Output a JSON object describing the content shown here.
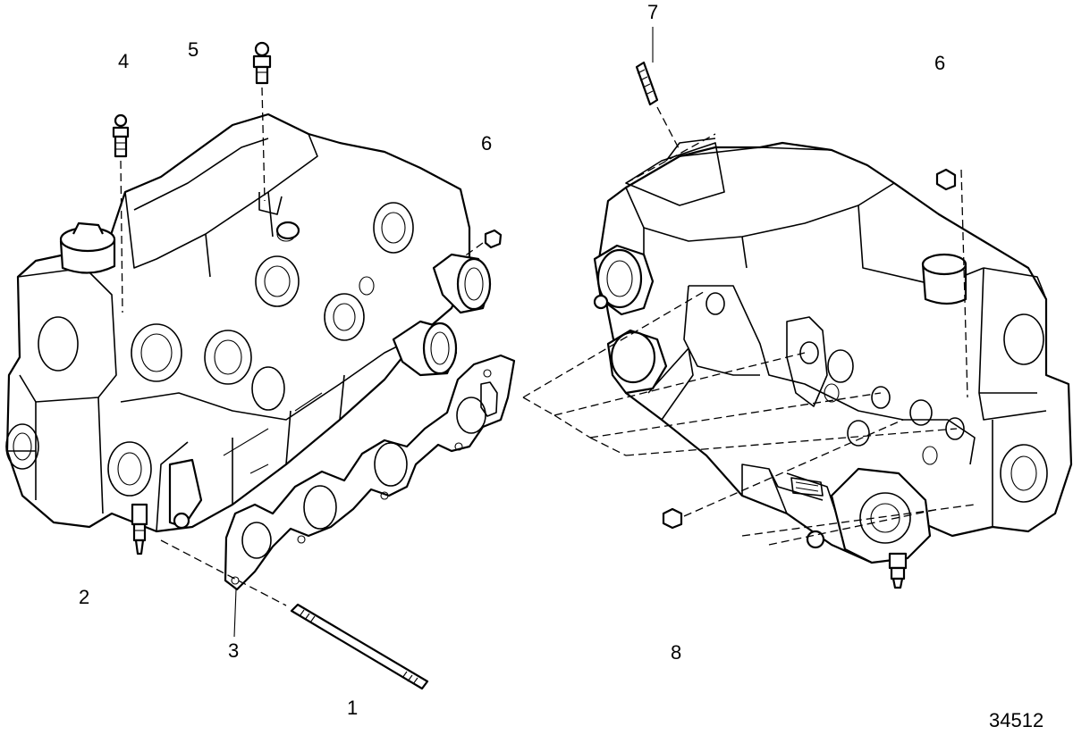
{
  "figure_number": "34512",
  "callouts": [
    "1",
    "2",
    "3",
    "4",
    "5",
    "6",
    "6",
    "7",
    "8"
  ],
  "parts": {
    "left_manifold": "exhaust-manifold-left",
    "right_manifold": "exhaust-manifold-right",
    "gasket": "manifold-gasket",
    "long_stud": "long-stud",
    "short_stud": "short-stud",
    "fitting": "fitting",
    "plug": "plug",
    "nut": "nut"
  }
}
